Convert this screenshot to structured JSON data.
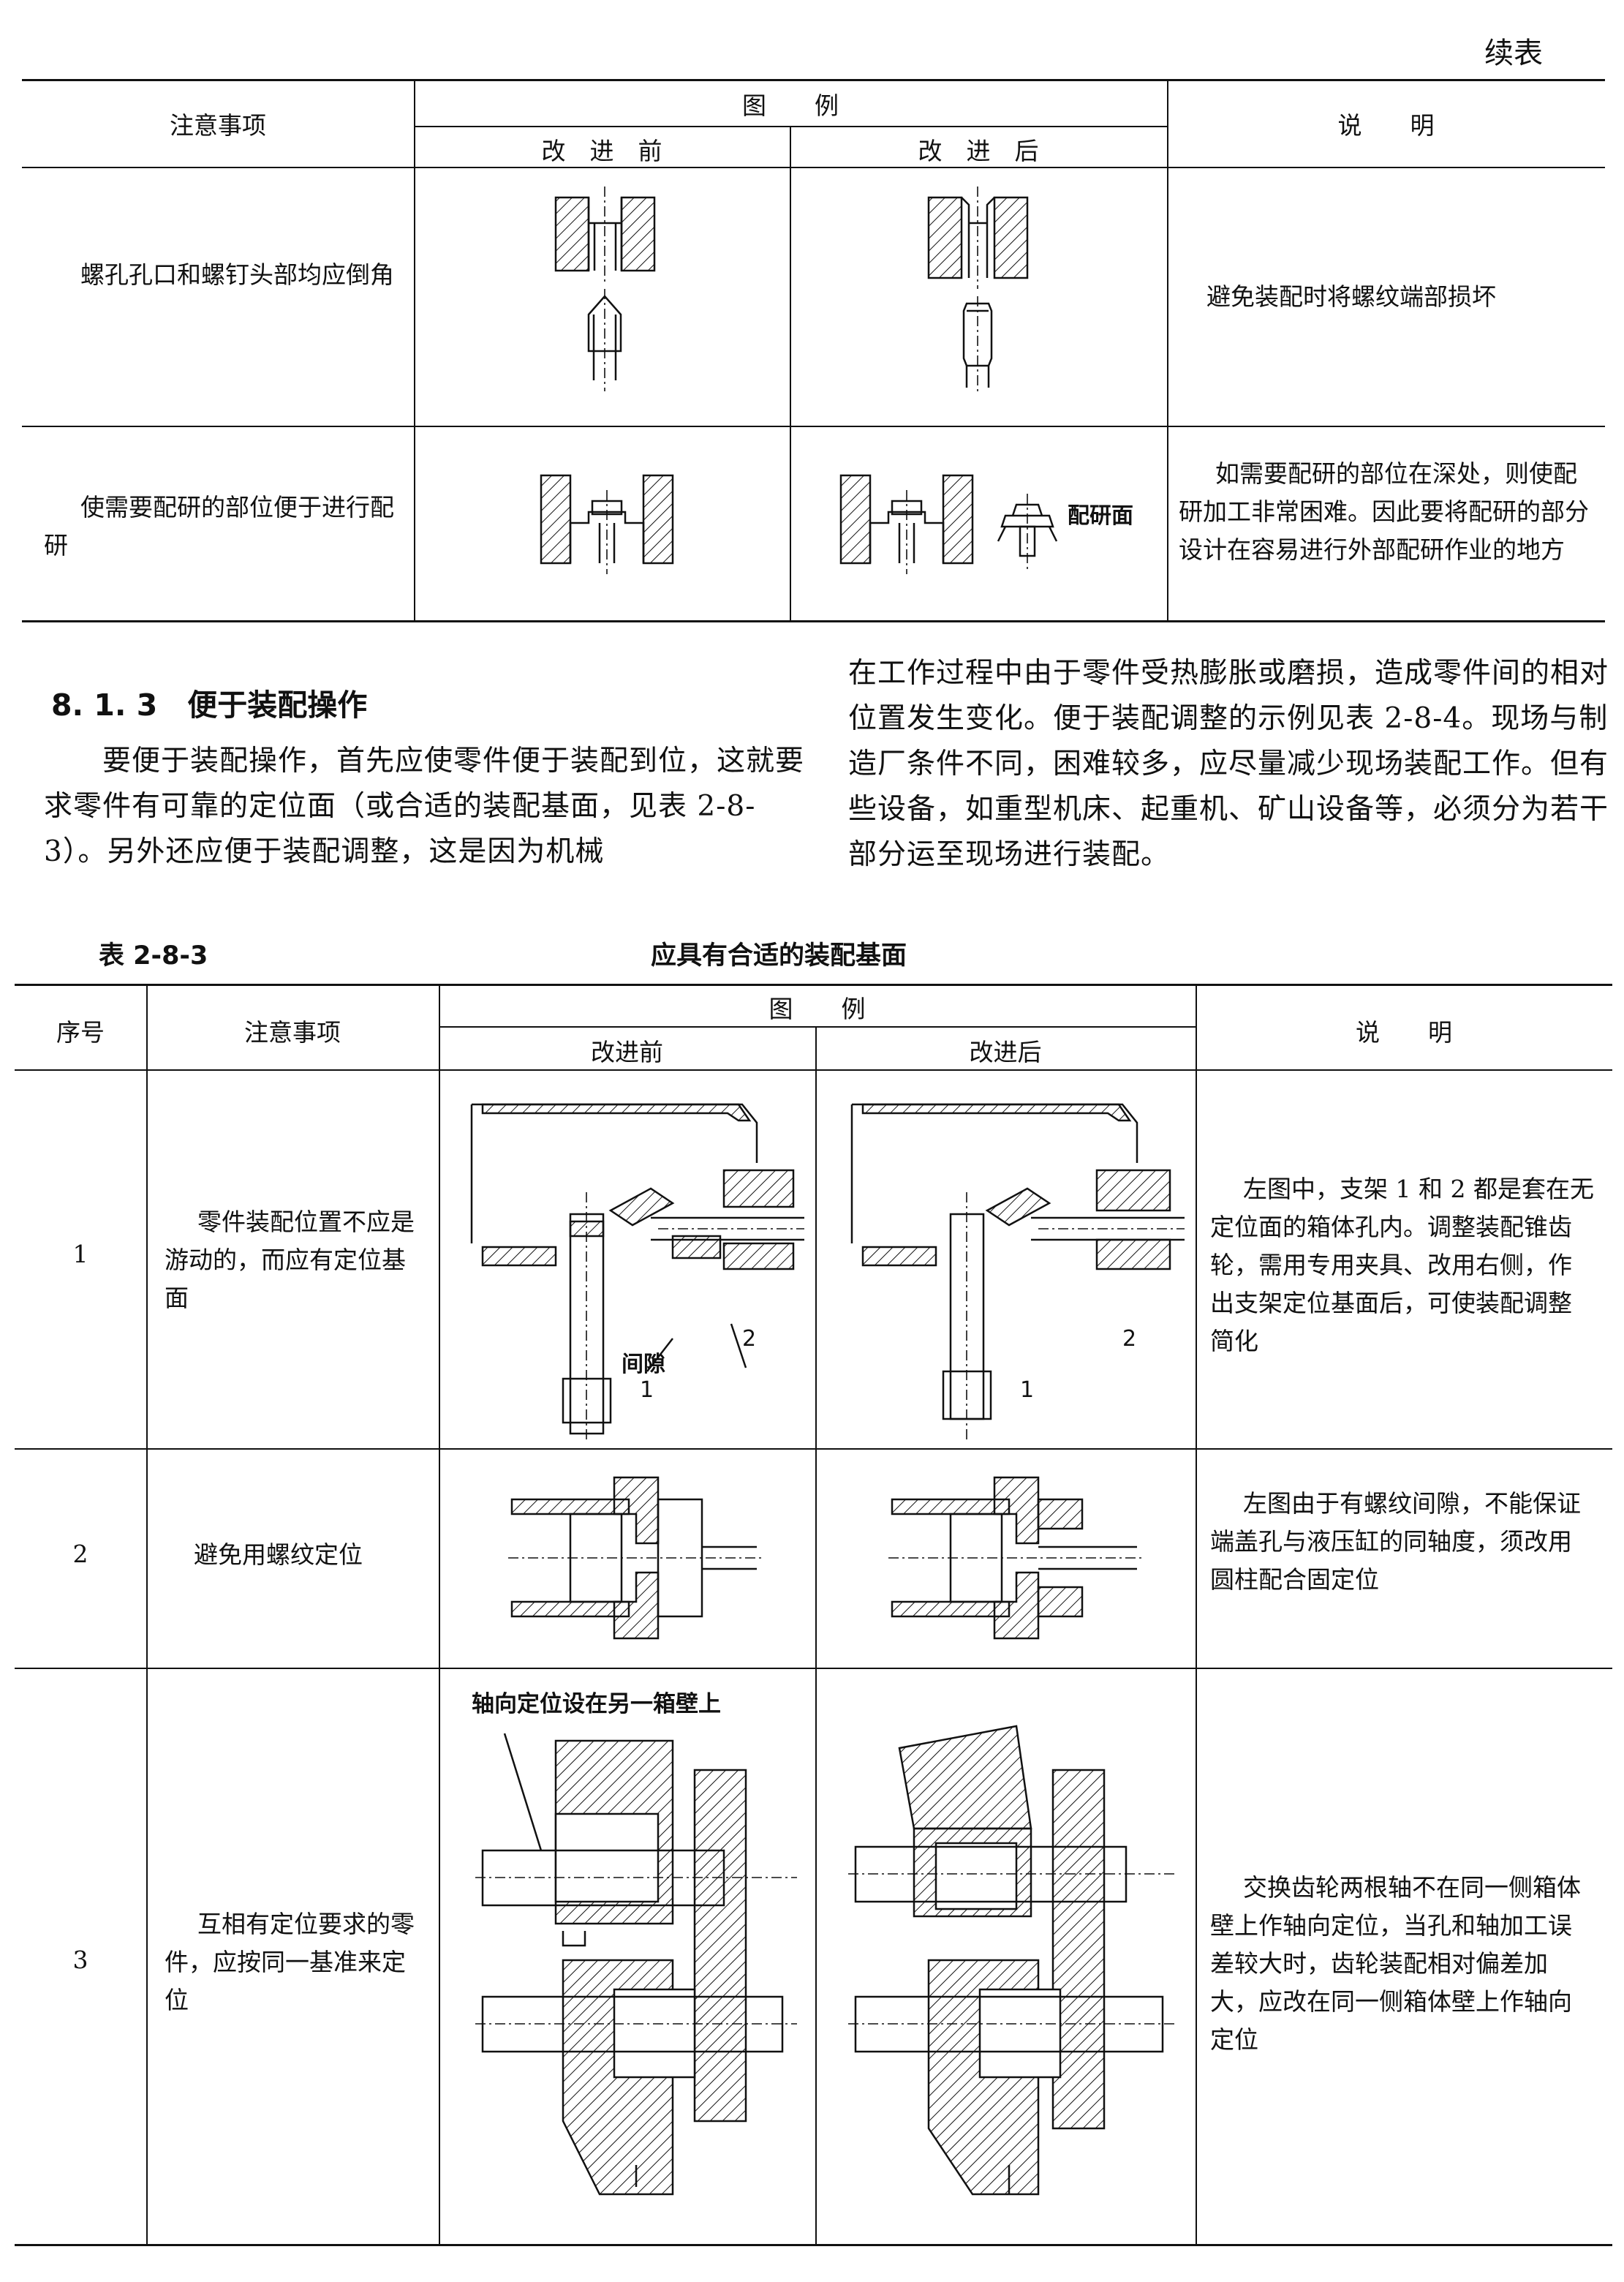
{
  "header_right": "续表",
  "table1": {
    "col_notes": "注意事项",
    "col_fig": "图　　例",
    "col_before": "改　进　前",
    "col_after": "改　进　后",
    "col_desc": "说　　明",
    "rows": [
      {
        "note": "螺孔孔口和螺钉头部均应倒角",
        "desc": "避免装配时将螺纹端部损坏"
      },
      {
        "note": "使需要配研的部位便于进行配研",
        "fig_label": "配研面",
        "desc": "如需要配研的部位在深处，则使配研加工非常困难。因此要将配研的部分设计在容易进行外部配研作业的地方"
      }
    ]
  },
  "section": {
    "title": "8. 1. 3　便于装配操作",
    "para_left": "要便于装配操作，首先应使零件便于装配到位，这就要求零件有可靠的定位面（或合适的装配基面，见表 2-8-3）。另外还应便于装配调整，这是因为机械",
    "para_right": "在工作过程中由于零件受热膨胀或磨损，造成零件间的相对位置发生变化。便于装配调整的示例见表 2-8-4。现场与制造厂条件不同，困难较多，应尽量减少现场装配工作。但有些设备，如重型机床、起重机、矿山设备等，必须分为若干部分运至现场进行装配。"
  },
  "table2": {
    "label": "表 2-8-3",
    "caption": "应具有合适的装配基面",
    "col_no": "序号",
    "col_notes": "注意事项",
    "col_fig": "图　　例",
    "col_before": "改进前",
    "col_after": "改进后",
    "col_desc": "说　　明",
    "rows": [
      {
        "no": "1",
        "note": "零件装配位置不应是游动的，而应有定位基面",
        "labels": {
          "gap": "间隙",
          "n1": "1",
          "n2": "2"
        },
        "desc": "左图中，支架 1 和 2 都是套在无定位面的箱体孔内。调整装配锥齿轮，需用专用夹具、改用右侧，作出支架定位基面后，可使装配调整简化"
      },
      {
        "no": "2",
        "note": "避免用螺纹定位",
        "desc": "左图由于有螺纹间隙，不能保证端盖孔与液压缸的同轴度，须改用圆柱配合固定位"
      },
      {
        "no": "3",
        "note": "互相有定位要求的零件，应按同一基准来定位",
        "fig_label": "轴向定位设在另一箱壁上",
        "desc": "交换齿轮两根轴不在同一侧箱体壁上作轴向定位，当孔和轴加工误差较大时，齿轮装配相对偏差加大，应改在同一侧箱体壁上作轴向定位"
      }
    ]
  }
}
